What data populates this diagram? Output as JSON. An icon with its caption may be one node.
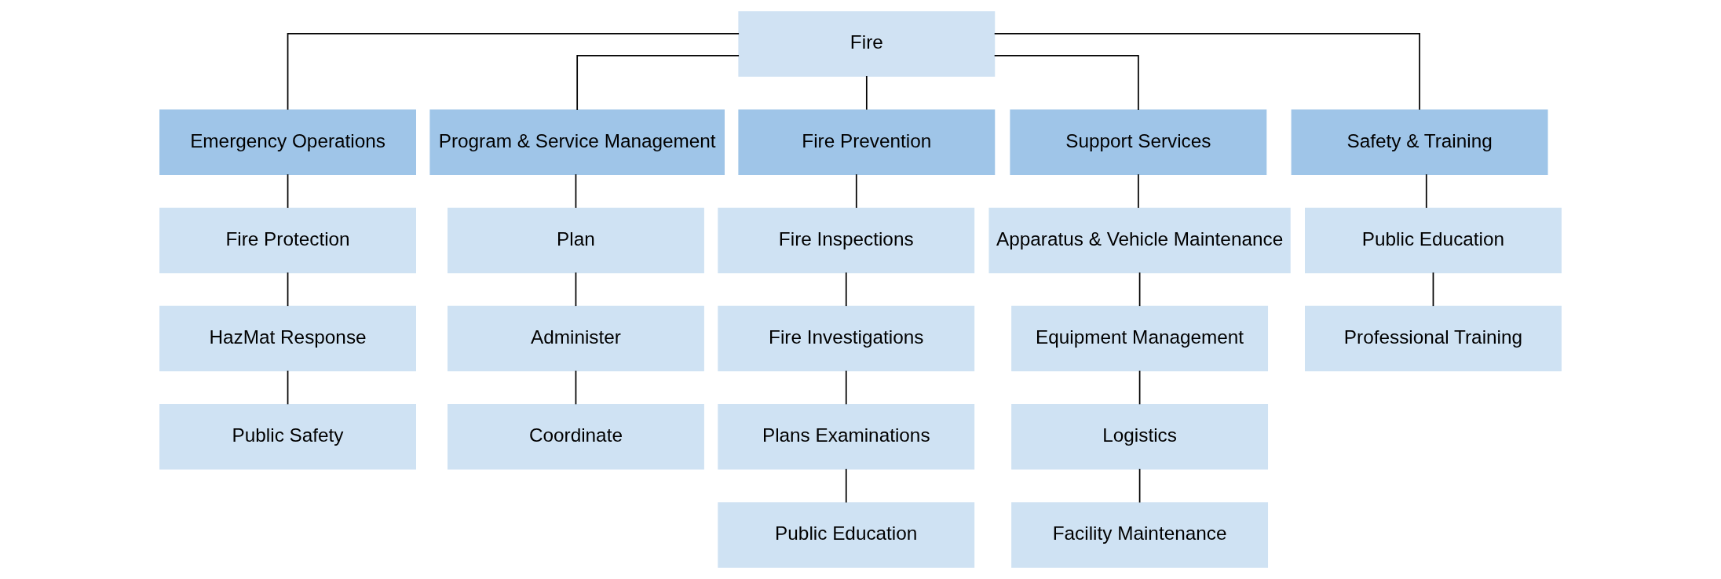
{
  "diagram": {
    "nodes": [
      {
        "text": [
          "Fire"
        ]
      },
      {
        "text": [
          "Emergency Operations"
        ]
      },
      {
        "text": [
          "Fire Protection"
        ]
      },
      {
        "text": [
          "HazMat Response"
        ]
      },
      {
        "text": [
          "Public Safety"
        ]
      },
      {
        "text": [
          "Program & Service Management"
        ]
      },
      {
        "text": [
          "Plan"
        ]
      },
      {
        "text": [
          "Administer"
        ]
      },
      {
        "text": [
          "Coordinate"
        ]
      },
      {
        "text": [
          "Fire Prevention"
        ]
      },
      {
        "text": [
          "Fire Inspections"
        ]
      },
      {
        "text": [
          "Fire Investigations"
        ]
      },
      {
        "text": [
          "Plans Examinations"
        ]
      },
      {
        "text": [
          "Public Education"
        ]
      },
      {
        "text": [
          "Support Services"
        ]
      },
      {
        "text": [
          "Apparatus & Vehicle Maintenance"
        ]
      },
      {
        "text": [
          "Equipment Management"
        ]
      },
      {
        "text": [
          "Logistics"
        ]
      },
      {
        "text": [
          "Facility Maintenance"
        ]
      },
      {
        "text": [
          "Safety & Training"
        ]
      },
      {
        "text": [
          "Public Education"
        ]
      },
      {
        "text": [
          "Professional Training"
        ]
      }
    ],
    "edges": [
      {
        "from": 0,
        "to": 1,
        "arrow": "none"
      },
      {
        "from": 0,
        "to": 5,
        "arrow": "none"
      },
      {
        "from": 0,
        "to": 9,
        "arrow": "none"
      },
      {
        "from": 0,
        "to": 14,
        "arrow": "none"
      },
      {
        "from": 0,
        "to": 19,
        "arrow": "none"
      },
      {
        "from": 1,
        "to": 2,
        "arrow": "none"
      },
      {
        "from": 2,
        "to": 3,
        "arrow": "none"
      },
      {
        "from": 3,
        "to": 4,
        "arrow": "none"
      },
      {
        "from": 5,
        "to": 6,
        "arrow": "none"
      },
      {
        "from": 6,
        "to": 7,
        "arrow": "none"
      },
      {
        "from": 7,
        "to": 8,
        "arrow": "none"
      },
      {
        "from": 9,
        "to": 10,
        "arrow": "none"
      },
      {
        "from": 10,
        "to": 11,
        "arrow": "none"
      },
      {
        "from": 11,
        "to": 12,
        "arrow": "none"
      },
      {
        "from": 12,
        "to": 13,
        "arrow": "none"
      },
      {
        "from": 14,
        "to": 15,
        "arrow": "none"
      },
      {
        "from": 15,
        "to": 16,
        "arrow": "none"
      },
      {
        "from": 16,
        "to": 17,
        "arrow": "none"
      },
      {
        "from": 17,
        "to": 18,
        "arrow": "none"
      },
      {
        "from": 19,
        "to": 20,
        "arrow": "none"
      },
      {
        "from": 20,
        "to": 21,
        "arrow": "none"
      }
    ]
  }
}
